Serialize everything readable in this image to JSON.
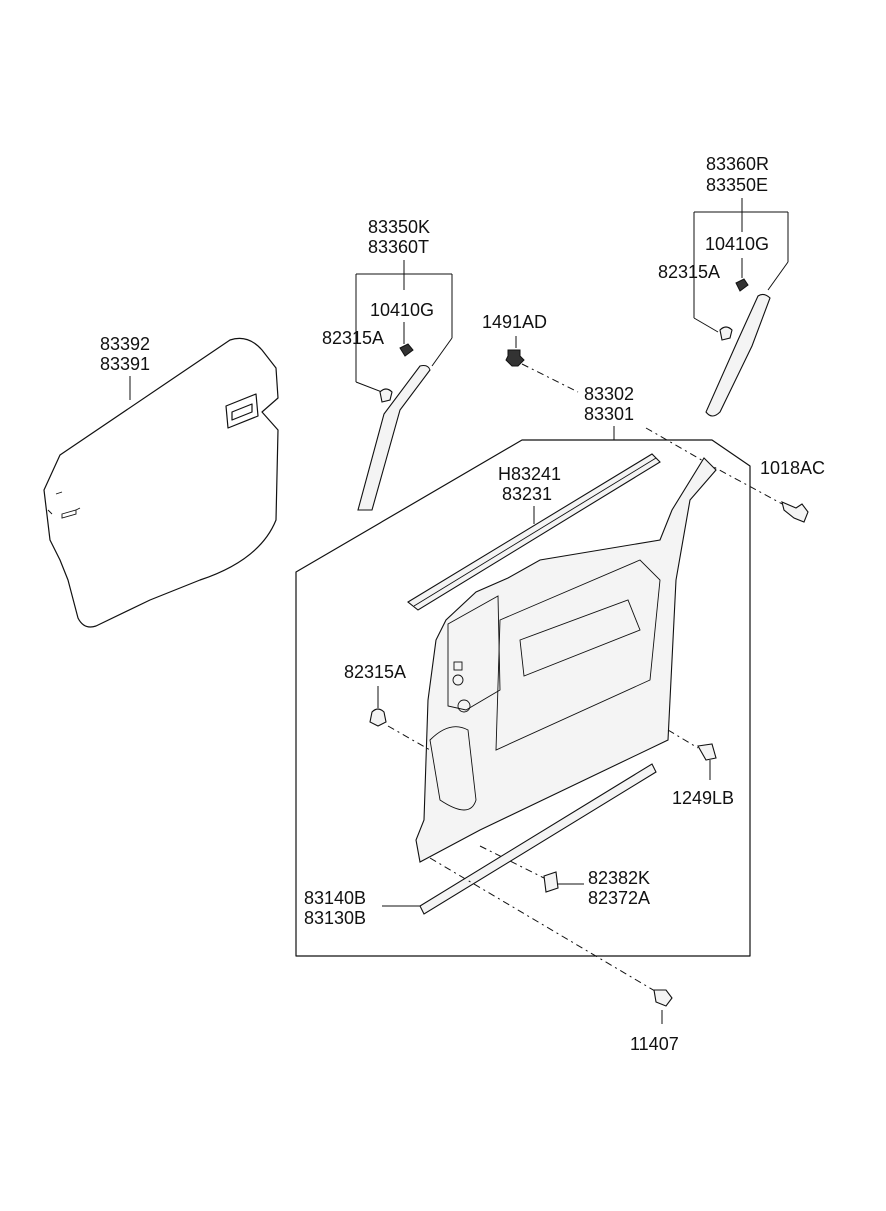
{
  "labels": {
    "l83360R": "83360R",
    "l83350E": "83350E",
    "l10410G_r": "10410G",
    "l82315A_r": "82315A",
    "l83350K": "83350K",
    "l83360T": "83360T",
    "l10410G_l": "10410G",
    "l82315A_l": "82315A",
    "l1491AD": "1491AD",
    "l83392": "83392",
    "l83391": "83391",
    "l83302": "83302",
    "l83301": "83301",
    "l1018AC": "1018AC",
    "lH83241": "H83241",
    "l83231": "83231",
    "l82315A_m": "82315A",
    "l1249LB": "1249LB",
    "l82382K": "82382K",
    "l82372A": "82372A",
    "l83140B": "83140B",
    "l83130B": "83130B",
    "l11407": "11407"
  }
}
